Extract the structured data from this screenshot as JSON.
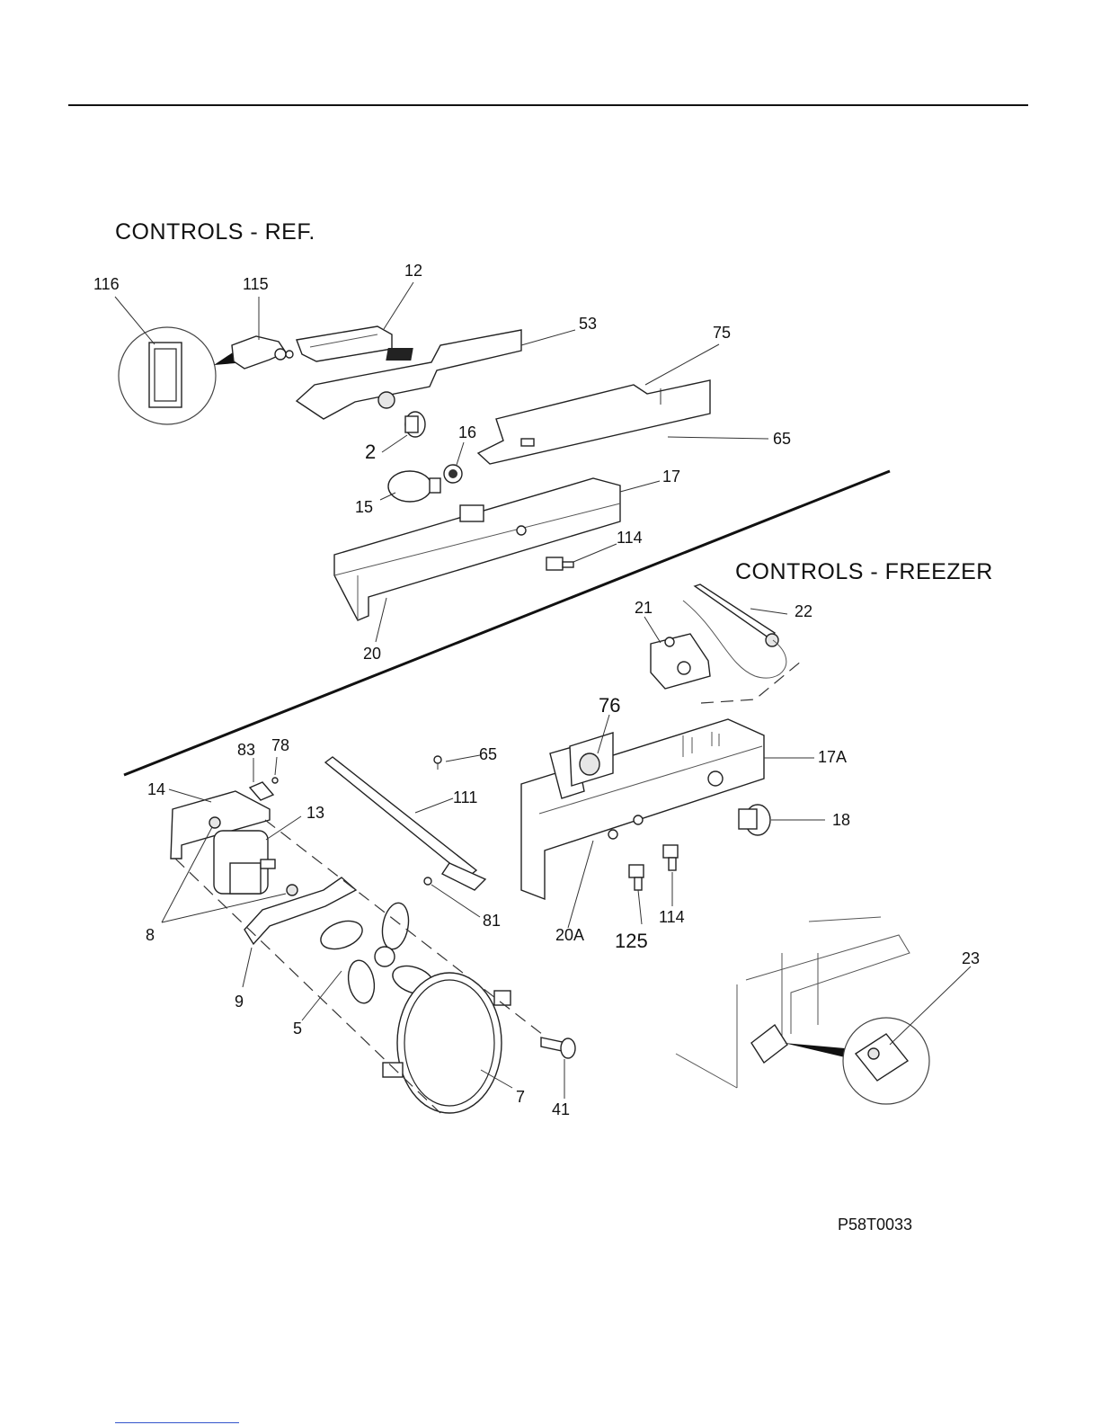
{
  "titles": {
    "ref": "CONTROLS  -  REF.",
    "freezer": "CONTROLS  -  FREEZER"
  },
  "drawing_id": "P58T0033",
  "callouts": {
    "c116": "116",
    "c115": "115",
    "c12": "12",
    "c53": "53",
    "c75": "75",
    "c65a": "65",
    "c2": "2",
    "c16": "16",
    "c17": "17",
    "c15": "15",
    "c114a": "114",
    "c20": "20",
    "c22": "22",
    "c21": "21",
    "c76": "76",
    "c83": "83",
    "c78": "78",
    "c65b": "65",
    "c17A": "17A",
    "c14": "14",
    "c13": "13",
    "c111": "111",
    "c18": "18",
    "c8": "8",
    "c81": "81",
    "c20A": "20A",
    "c114b": "114",
    "c125": "125",
    "c23": "23",
    "c9": "9",
    "c5": "5",
    "c7": "7",
    "c41": "41"
  }
}
